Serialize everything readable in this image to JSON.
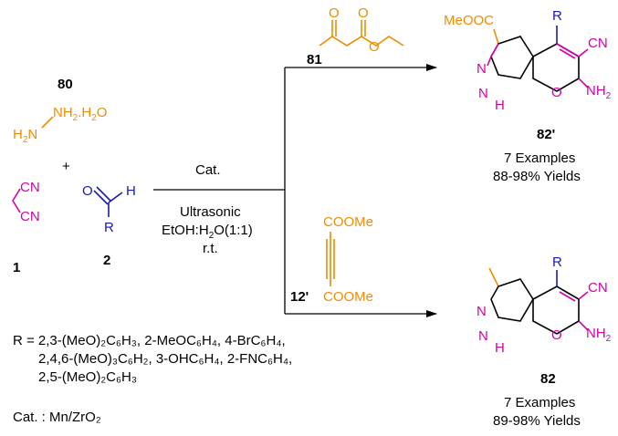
{
  "compounds": {
    "c80": {
      "number": "80",
      "formula_pre": "H",
      "formula_n1": "N",
      "formula_mid": "NH",
      "formula_post": ".H",
      "formula_o": "O"
    },
    "c1": {
      "number": "1",
      "cn_top": "CN",
      "cn_bottom": "CN"
    },
    "c2": {
      "number": "2",
      "o": "O",
      "h": "H",
      "r": "R"
    },
    "plus": "+",
    "c81": {
      "number": "81",
      "o": "O"
    },
    "c12p": {
      "number": "12'",
      "ester_top": "COOMe",
      "ester_bottom": "COOMe"
    },
    "c82p": {
      "number": "82'",
      "ester": "MeOOC",
      "r": "R",
      "cn": "CN",
      "n": "N",
      "nh": "N",
      "h": "H",
      "o": "O",
      "nh2": "NH"
    },
    "c82": {
      "number": "82",
      "r": "R",
      "cn": "CN",
      "n": "N",
      "nh": "N",
      "h": "H",
      "o": "O",
      "nh2": "NH"
    }
  },
  "conditions": {
    "catalyst": "Cat.",
    "method": "Ultrasonic",
    "solvent": "EtOH:H",
    "solvent_tail": "O(1:1)",
    "temperature": "r.t."
  },
  "results": {
    "top": {
      "examples": "7 Examples",
      "yields": "88-98% Yields"
    },
    "bottom": {
      "examples": "7 Examples",
      "yields": "89-98% Yields"
    }
  },
  "footnote": {
    "r_line1": "R = 2,3-(MeO)₂C₆H₃, 2-MeOC₆H₄, 4-BrC₆H₄,",
    "r_line2": "2,4,6-(MeO)₃C₆H₂, 3-OHC₆H₄, 2-FNC₆H₄,",
    "r_line3": "2,5-(MeO)₂C₆H₃",
    "cat": "Cat. : Mn/ZrO₂"
  },
  "colors": {
    "orange": "#f08c00",
    "magenta": "#d600a8",
    "blue": "#1a1ab4",
    "black": "#000000"
  }
}
